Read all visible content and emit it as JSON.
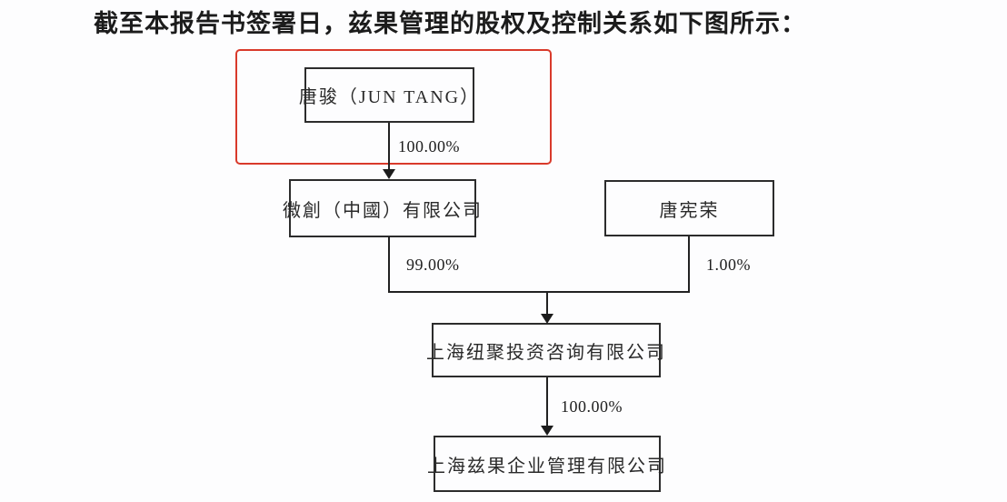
{
  "title": "截至本报告书签署日，兹果管理的股权及控制关系如下图所示：",
  "nodes": {
    "tang_jun": {
      "label": "唐骏（JUN TANG）"
    },
    "weichuang_china": {
      "label": "微創（中國）有限公司"
    },
    "tang_xianrong": {
      "label": "唐宪荣"
    },
    "shanghai_niuju": {
      "label": "上海纽聚投资咨询有限公司"
    },
    "shanghai_ziguo": {
      "label": "上海兹果企业管理有限公司"
    }
  },
  "edges": {
    "tang_jun_to_weichuang": {
      "label": "100.00%"
    },
    "weichuang_to_niuju": {
      "label": "99.00%"
    },
    "tang_xianrong_to_niuju": {
      "label": "1.00%"
    },
    "niuju_to_ziguo": {
      "label": "100.00%"
    }
  },
  "colors": {
    "highlight": "#d93a2b",
    "line": "#222222",
    "text": "#1f1f1f"
  }
}
